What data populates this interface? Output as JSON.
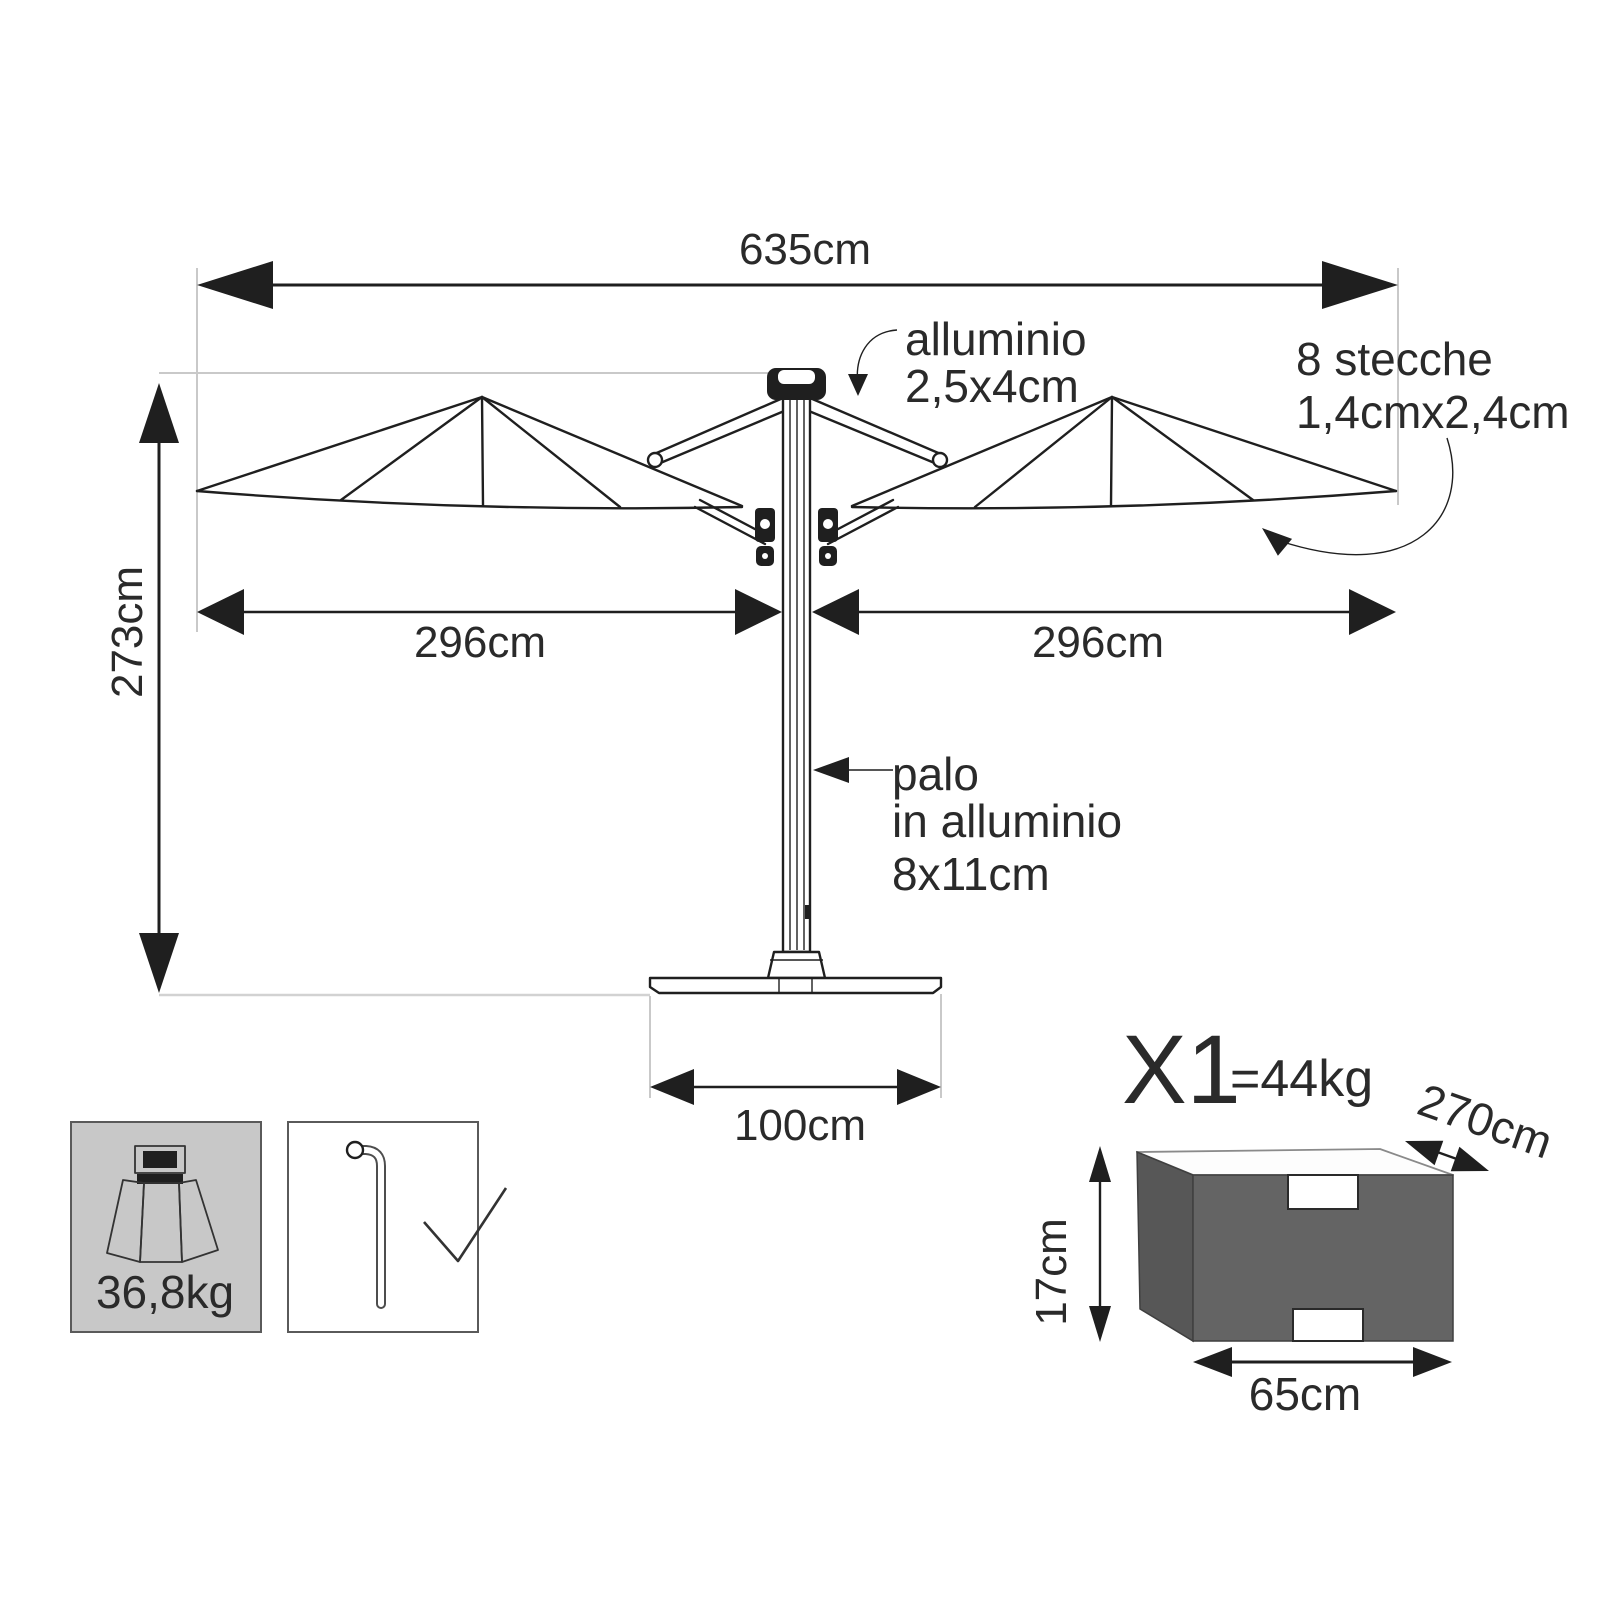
{
  "diagram": {
    "dimensions": {
      "total_width": "635cm",
      "height": "273cm",
      "left_canopy": "296cm",
      "right_canopy": "296cm",
      "base_width": "100cm"
    },
    "annotations": {
      "arm": {
        "line1": "alluminio",
        "line2": "2,5x4cm"
      },
      "ribs": {
        "line1": "8 stecche",
        "line2": "1,4cmx2,4cm"
      },
      "pole": {
        "line1": "palo",
        "line2": "in alluminio",
        "line3": "8x11cm"
      }
    }
  },
  "base_weight": {
    "label": "36,8kg"
  },
  "package": {
    "quantity": "X1",
    "weight": "=44kg",
    "depth": "270cm",
    "height": "17cm",
    "width": "65cm"
  },
  "colors": {
    "ink": "#1f1f1f",
    "extension_line": "#c9c9c9",
    "panel_gray": "#c8c8c8",
    "package_front": "#646464",
    "package_side": "#575757"
  }
}
